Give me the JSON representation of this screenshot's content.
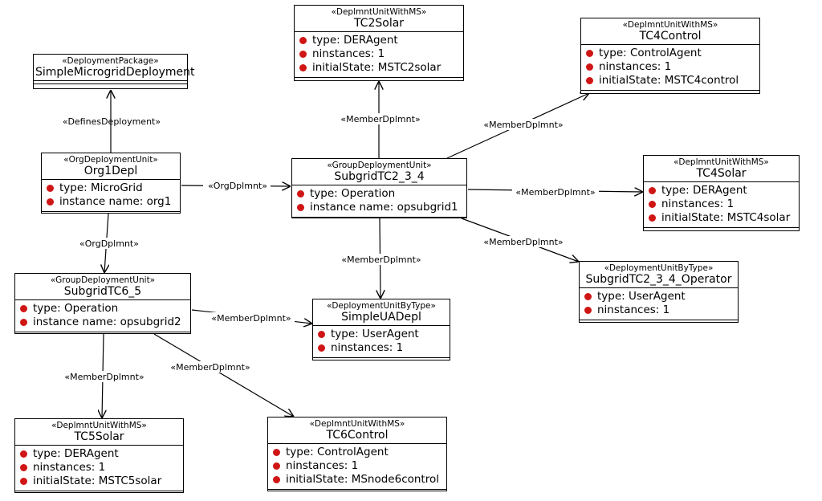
{
  "nodes": {
    "SimpleMicrogridDeployment": {
      "stereotype": "«DeploymentPackage»",
      "name": "SimpleMicrogridDeployment",
      "attrs": []
    },
    "TC2Solar": {
      "stereotype": "«DeplmntUnitWithMS»",
      "name": "TC2Solar",
      "attrs": [
        "type:  DERAgent",
        "ninstances:   1",
        "initialState:  MSTC2solar"
      ]
    },
    "TC4Control": {
      "stereotype": "«DeplmntUnitWithMS»",
      "name": "TC4Control",
      "attrs": [
        "type:  ControlAgent",
        "ninstances:   1",
        "initialState:  MSTC4control"
      ]
    },
    "Org1Depl": {
      "stereotype": "«OrgDeploymentUnit»",
      "name": "Org1Depl",
      "attrs": [
        "type:  MicroGrid",
        "instance name:   org1"
      ]
    },
    "SubgridTC2_3_4": {
      "stereotype": "«GroupDeploymentUnit»",
      "name": "SubgridTC2_3_4",
      "attrs": [
        "type:  Operation",
        "instance name:   opsubgrid1"
      ]
    },
    "TC4Solar": {
      "stereotype": "«DeplmntUnitWithMS»",
      "name": "TC4Solar",
      "attrs": [
        "type:  DERAgent",
        "ninstances:   1",
        "initialState:  MSTC4solar"
      ]
    },
    "SubgridTC2_3_4_Operator": {
      "stereotype": "«DeploymentUnitByType»",
      "name": "SubgridTC2_3_4_Operator",
      "attrs": [
        "type:  UserAgent",
        "ninstances:   1"
      ]
    },
    "SubgridTC6_5": {
      "stereotype": "«GroupDeploymentUnit»",
      "name": "SubgridTC6_5",
      "attrs": [
        "type:  Operation",
        "instance name:   opsubgrid2"
      ]
    },
    "SimpleUADepl": {
      "stereotype": "«DeploymentUnitByType»",
      "name": "SimpleUADepl",
      "attrs": [
        "type:  UserAgent",
        "ninstances:   1"
      ]
    },
    "TC5Solar": {
      "stereotype": "«DeplmntUnitWithMS»",
      "name": "TC5Solar",
      "attrs": [
        "type:  DERAgent",
        "ninstances:   1",
        "initialState:  MSTC5solar"
      ]
    },
    "TC6Control": {
      "stereotype": "«DeplmntUnitWithMS»",
      "name": "TC6Control",
      "attrs": [
        "type:  ControlAgent",
        "ninstances:   1",
        "initialState:  MSnode6control"
      ]
    }
  },
  "edges": [
    {
      "from": "Org1Depl",
      "to": "SimpleMicrogridDeployment",
      "label": "«DefinesDeployment»"
    },
    {
      "from": "Org1Depl",
      "to": "SubgridTC2_3_4",
      "label": "«OrgDplmnt»"
    },
    {
      "from": "Org1Depl",
      "to": "SubgridTC6_5",
      "label": "«OrgDplmnt»"
    },
    {
      "from": "SubgridTC2_3_4",
      "to": "TC2Solar",
      "label": "«MemberDplmnt»"
    },
    {
      "from": "SubgridTC2_3_4",
      "to": "TC4Control",
      "label": "«MemberDplmnt»"
    },
    {
      "from": "SubgridTC2_3_4",
      "to": "TC4Solar",
      "label": "«MemberDplmnt»"
    },
    {
      "from": "SubgridTC2_3_4",
      "to": "SubgridTC2_3_4_Operator",
      "label": "«MemberDplmnt»"
    },
    {
      "from": "SubgridTC2_3_4",
      "to": "SimpleUADepl",
      "label": "«MemberDplmnt»"
    },
    {
      "from": "SubgridTC6_5",
      "to": "SimpleUADepl",
      "label": "«MemberDplmnt»"
    },
    {
      "from": "SubgridTC6_5",
      "to": "TC5Solar",
      "label": "«MemberDplmnt»"
    },
    {
      "from": "SubgridTC6_5",
      "to": "TC6Control",
      "label": "«MemberDplmnt»"
    }
  ]
}
